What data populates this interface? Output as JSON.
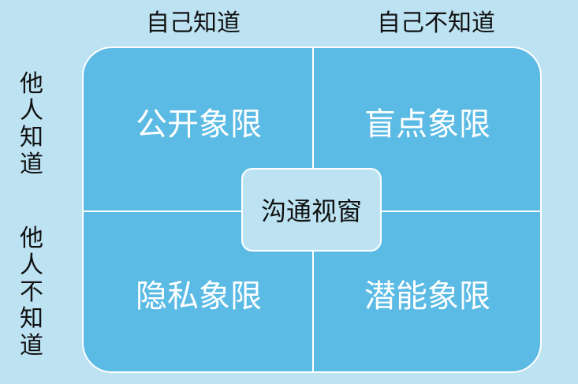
{
  "columns": {
    "self_known": "自己知道",
    "self_unknown": "自己不知道"
  },
  "rows": {
    "others_known": "他人知道",
    "others_unknown": "他人不知道"
  },
  "quadrants": {
    "open": "公开象限",
    "blind": "盲点象限",
    "hidden": "隐私象限",
    "potential": "潜能象限"
  },
  "center": "沟通视窗",
  "colors": {
    "background": "#bde3f3",
    "quadrant_fill": "#5bbbe4",
    "divider": "#ffffff",
    "center_fill": "#bde3f3"
  }
}
